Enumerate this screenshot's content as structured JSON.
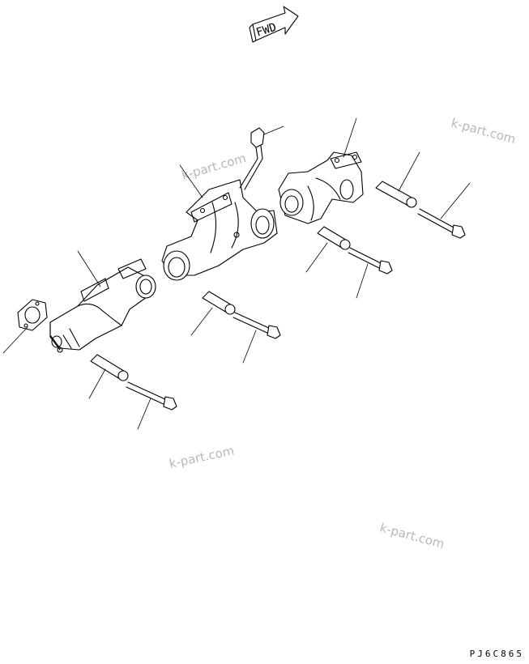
{
  "arrow": {
    "label": "FWD"
  },
  "watermarks": [
    "k-part.com",
    "k-part.com",
    "k-part.com",
    "k-part.com"
  ],
  "drawing_code": "PJ6C865"
}
